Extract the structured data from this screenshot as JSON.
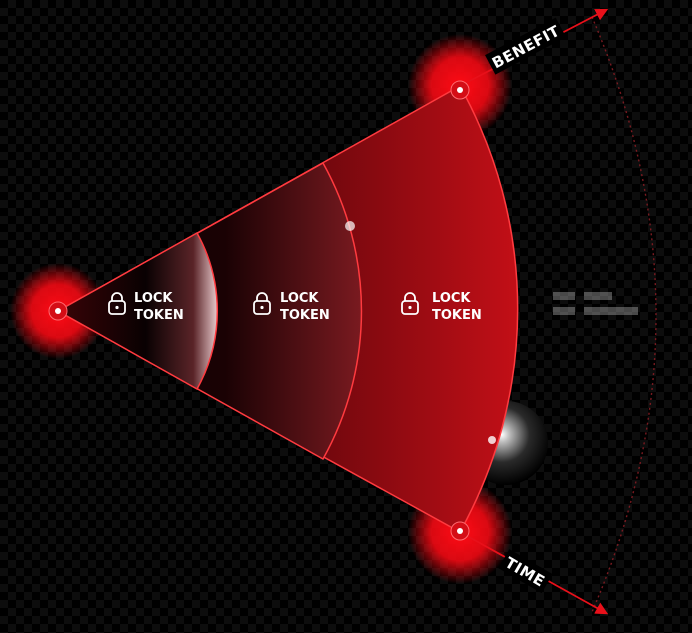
{
  "axes": {
    "benefit_label": "BENEFIT",
    "time_label": "TIME"
  },
  "segments": [
    {
      "line1": "LOCK",
      "line2": "TOKEN",
      "icon": "lock-icon"
    },
    {
      "line1": "LOCK",
      "line2": "TOKEN",
      "icon": "lock-icon"
    },
    {
      "line1": "LOCK",
      "line2": "TOKEN",
      "icon": "lock-icon"
    }
  ],
  "colors": {
    "accent": "#e8101a",
    "glow": "#ff0a14",
    "segment_dark": "#000000",
    "segment_red": "#b50d14",
    "outline": "#ff3a3f"
  }
}
